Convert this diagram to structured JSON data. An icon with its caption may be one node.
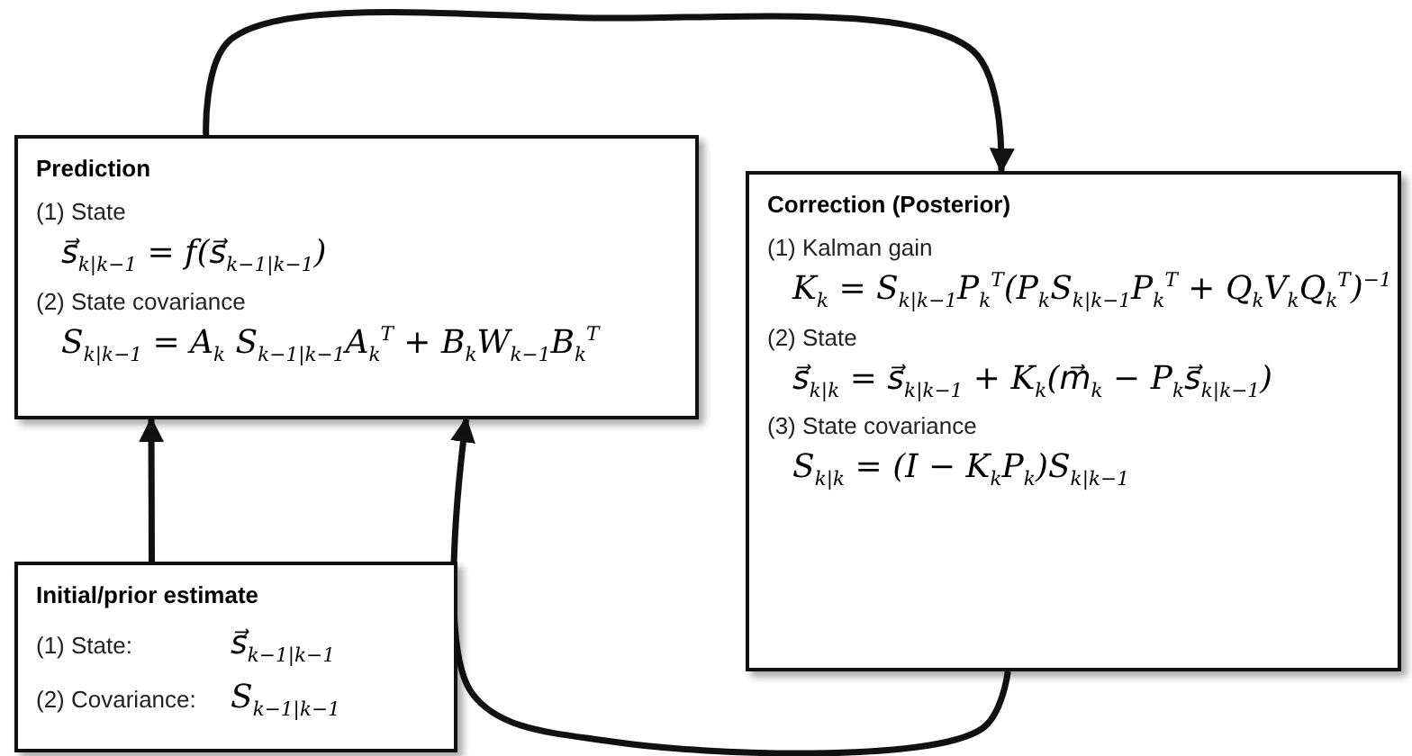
{
  "diagram": {
    "nodes": [
      {
        "text": [
          "Prediction",
          "(1) State",
          "s⃗$_{k|k−1}$ = f(s⃗$_{k−1|k−1}$)",
          "(2) State covariance",
          "S$_{k|k−1}$ = A$_{k}$ S$_{k−1|k−1}$A$_{k}$$^{T}$ + B$_{k}$W$_{k−1}$B$_{k}$$^{T}$"
        ]
      },
      {
        "text": [
          "Correction (Posterior)",
          "(1) Kalman gain",
          "K$_{k}$ = S$_{k|k−1}$P$_{k}$$^{T}$(P$_{k}$S$_{k|k−1}$P$_{k}$$^{T}$ + Q$_{k}$V$_{k}$Q$_{k}$$^{T}$)$^{−1}$",
          "(2) State",
          "s⃗$_{k|k}$ = s⃗$_{k|k−1}$ + K$_{k}$(m⃗$_{k}$ − P$_{k}$s⃗$_{k|k−1}$)",
          "(3) State covariance",
          "S$_{k|k}$ = (I − K$_{k}$P$_{k}$)S$_{k|k−1}$"
        ]
      },
      {
        "text": [
          "Initial/prior estimate",
          "(1) State:",
          "s⃗$_{k−1|k−1}$",
          "(2) Covariance:",
          "S$_{k−1|k−1}$"
        ]
      }
    ],
    "edges": [
      {
        "from": 0,
        "to": 1,
        "arrow": "to"
      },
      {
        "from": 1,
        "to": 0,
        "arrow": "to"
      },
      {
        "from": 2,
        "to": 0,
        "arrow": "to"
      }
    ]
  }
}
